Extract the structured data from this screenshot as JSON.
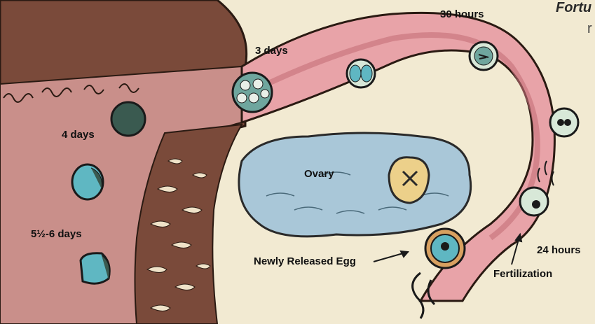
{
  "header": {
    "partial_title": "Fortu",
    "partial_text": "r"
  },
  "labels": {
    "hours_30": "30 hours",
    "days_3": "3 days",
    "days_4": "4 days",
    "ovary": "Ovary",
    "days_5_6": "5½-6 days",
    "newly_released_egg": "Newly Released Egg",
    "hours_24": "24 hours",
    "fertilization": "Fertilization"
  },
  "colors": {
    "paper": "#f2ead2",
    "uterus_outer": "#7a4a3a",
    "uterus_inner": "#c98f8a",
    "tube_pink": "#e8a3a8",
    "ovary_blue": "#a9c7d8",
    "cell_teal": "#5fb7c2"
  }
}
